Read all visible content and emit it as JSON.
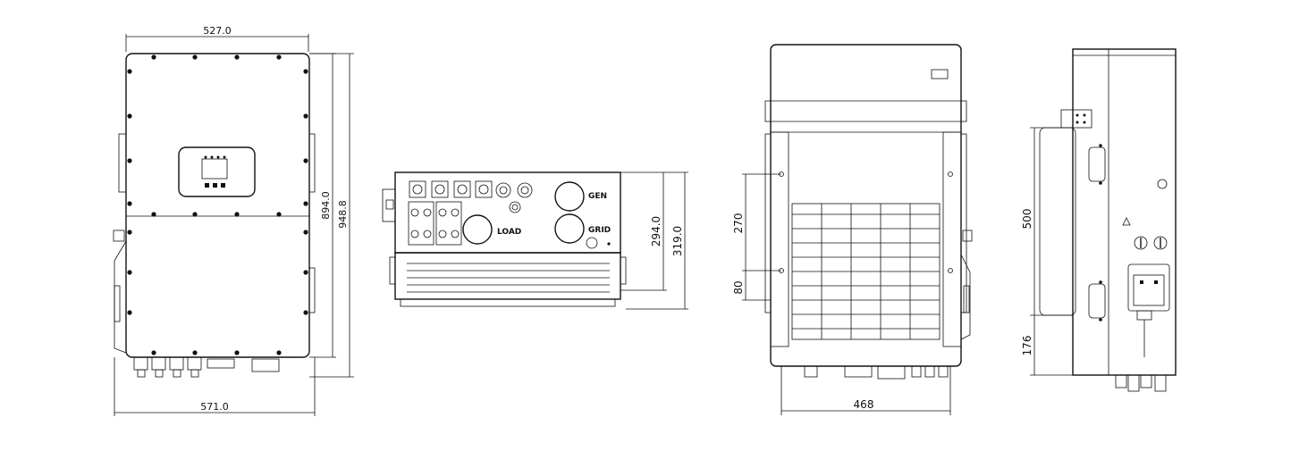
{
  "views": [
    {
      "name": "front-view",
      "dimensions": {
        "top_width": "527.0",
        "bottom_width": "571.0",
        "inner_height": "894.0",
        "outer_height": "948.8"
      }
    },
    {
      "name": "bottom-view",
      "labels": {
        "gen": "GEN",
        "load": "LOAD",
        "grid": "GRID"
      },
      "dimensions": {
        "inner_height": "294.0",
        "outer_height": "319.0"
      }
    },
    {
      "name": "rear-view",
      "dimensions": {
        "upper_spacing": "270",
        "lower_spacing": "80",
        "width": "468"
      }
    },
    {
      "name": "side-view",
      "dimensions": {
        "bracket_height": "500",
        "lower_offset": "176"
      }
    }
  ]
}
